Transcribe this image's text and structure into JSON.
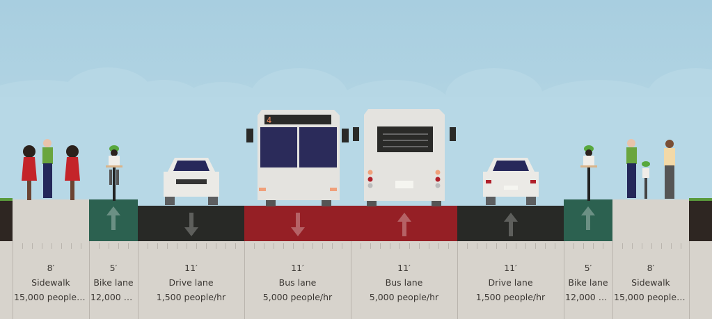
{
  "segments": [
    {
      "type": "sidewalk",
      "width": "8′",
      "name": "Sidewalk",
      "capacity": "15,000 people/…",
      "color": "#d7d3cc"
    },
    {
      "type": "bike-lane",
      "width": "5′",
      "name": "Bike lane",
      "capacity": "12,000 p…",
      "color": "#2c6150",
      "direction": "up"
    },
    {
      "type": "drive-lane",
      "width": "11′",
      "name": "Drive lane",
      "capacity": "1,500 people/hr",
      "color": "#282926",
      "direction": "down"
    },
    {
      "type": "bus-lane",
      "width": "11′",
      "name": "Bus lane",
      "capacity": "5,000 people/hr",
      "color": "#951f25",
      "direction": "down"
    },
    {
      "type": "bus-lane",
      "width": "11′",
      "name": "Bus lane",
      "capacity": "5,000 people/hr",
      "color": "#951f25",
      "direction": "up"
    },
    {
      "type": "drive-lane",
      "width": "11′",
      "name": "Drive lane",
      "capacity": "1,500 people/hr",
      "color": "#282926",
      "direction": "up"
    },
    {
      "type": "bike-lane",
      "width": "5′",
      "name": "Bike lane",
      "capacity": "12,000 p…",
      "color": "#2c6150",
      "direction": "up"
    },
    {
      "type": "sidewalk",
      "width": "8′",
      "name": "Sidewalk",
      "capacity": "15,000 people/…",
      "color": "#d7d3cc"
    }
  ],
  "bus_route": "4"
}
